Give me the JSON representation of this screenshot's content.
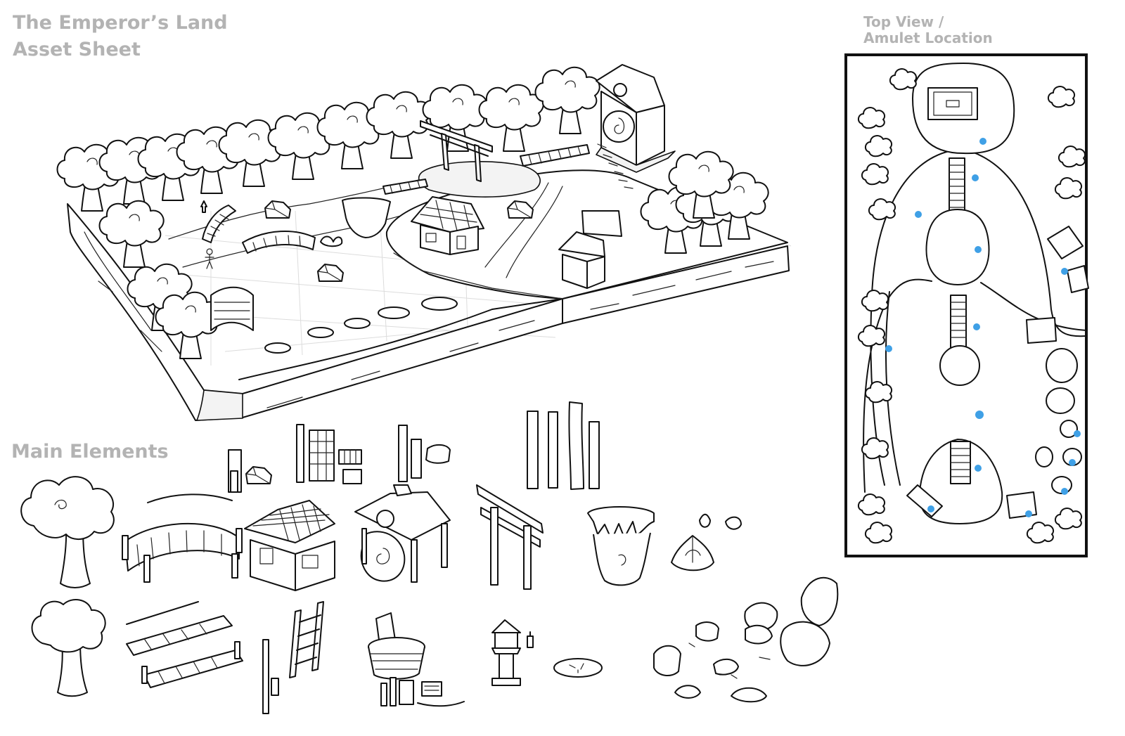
{
  "sheet": {
    "title_line1": "The Emperor’s Land",
    "title_line2": "Asset Sheet"
  },
  "top_view": {
    "title_line1": "Top View /",
    "title_line2": "Amulet Location",
    "marker_color": "#3fa0e6"
  },
  "main_elements": {
    "title": "Main Elements",
    "items": [
      "tree-round",
      "arched-bridge",
      "wooden-house",
      "gong-shrine",
      "torii-gate",
      "stone-pillar",
      "lotus-flower",
      "tree-plain",
      "plank-bridge",
      "ladder",
      "wash-tub",
      "stone-lantern",
      "lily-pad",
      "rock-pile"
    ]
  },
  "colors": {
    "heading": "#b3b3b3",
    "line_art": "#111111",
    "background": "#ffffff"
  }
}
